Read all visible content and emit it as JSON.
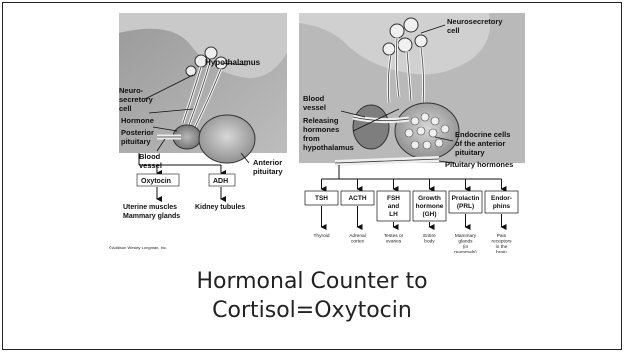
{
  "left_panel": {
    "labels": {
      "hypothalamus": "Hypothalamus",
      "neurosecretory_1": "Neuro-",
      "neurosecretory_2": "secretory",
      "neurosecretory_3": "cell",
      "hormone": "Hormone",
      "posterior_1": "Posterior",
      "posterior_2": "pituitary",
      "blood_vessel_1": "Blood",
      "blood_vessel_2": "vessel",
      "anterior_1": "Anterior",
      "anterior_2": "pituitary",
      "oxytocin": "Oxytocin",
      "adh": "ADH",
      "uterine": "Uterine muscles",
      "mammary": "Mammary glands",
      "kidney": "Kidney tubules"
    },
    "copyright": "©Addison Wesley Longman, Inc."
  },
  "right_panel": {
    "labels": {
      "neurosecretory_1": "Neurosecretory",
      "neurosecretory_2": "cell",
      "blood_vessel_1": "Blood",
      "blood_vessel_2": "vessel",
      "releasing_1": "Releasing",
      "releasing_2": "hormones",
      "releasing_3": "from",
      "releasing_4": "hypothalamus",
      "endocrine_1": "Endocrine cells",
      "endocrine_2": "of the anterior",
      "endocrine_3": "pituitary",
      "pituitary_hormones": "Pituitary hormones"
    },
    "hormones": [
      {
        "name": [
          "TSH"
        ],
        "target": [
          "Thyroid"
        ]
      },
      {
        "name": [
          "ACTH"
        ],
        "target": [
          "Adrenal",
          "cortex"
        ]
      },
      {
        "name": [
          "FSH",
          "and",
          "LH"
        ],
        "target": [
          "Testes or",
          "ovaries"
        ]
      },
      {
        "name": [
          "Growth",
          "hormone",
          "(GH)"
        ],
        "target": [
          "Entire",
          "body"
        ]
      },
      {
        "name": [
          "Prolactin",
          "(PRL)"
        ],
        "target": [
          "Mammary",
          "glands",
          "(in",
          "mammals)"
        ]
      },
      {
        "name": [
          "Endor-",
          "phins"
        ],
        "target": [
          "Pain",
          "receptors",
          "in the",
          "brain"
        ]
      }
    ]
  },
  "caption": {
    "line1": "Hormonal Counter to",
    "line2": "Cortisol=Oxytocin"
  }
}
